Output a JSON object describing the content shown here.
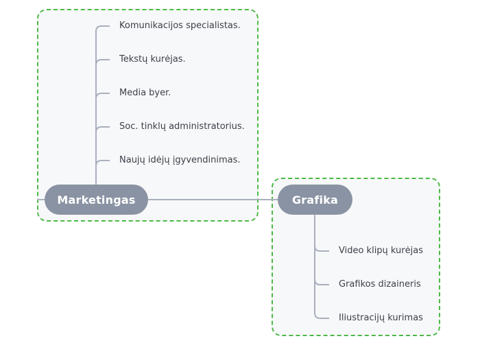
{
  "central_connection": true,
  "groups": [
    {
      "id": "marketing",
      "title": "Marketingas",
      "items": [
        "Komunikacijos specialistas.",
        "Tekstų kurėjas.",
        "Media byer.",
        "Soc. tinklų administratorius.",
        "Naujų idėjų įgyvendinimas."
      ]
    },
    {
      "id": "grafika",
      "title": "Grafika",
      "items": [
        "Video klipų kurėjas",
        "Grafikos dizaineris",
        "Iliustracijų kurimas"
      ]
    }
  ],
  "colors": {
    "node": "#8a93a3",
    "line": "#a9b0bc",
    "group_border": "#4cb944",
    "group_fill": "#f7f8fa",
    "text": "#3b3f46"
  }
}
